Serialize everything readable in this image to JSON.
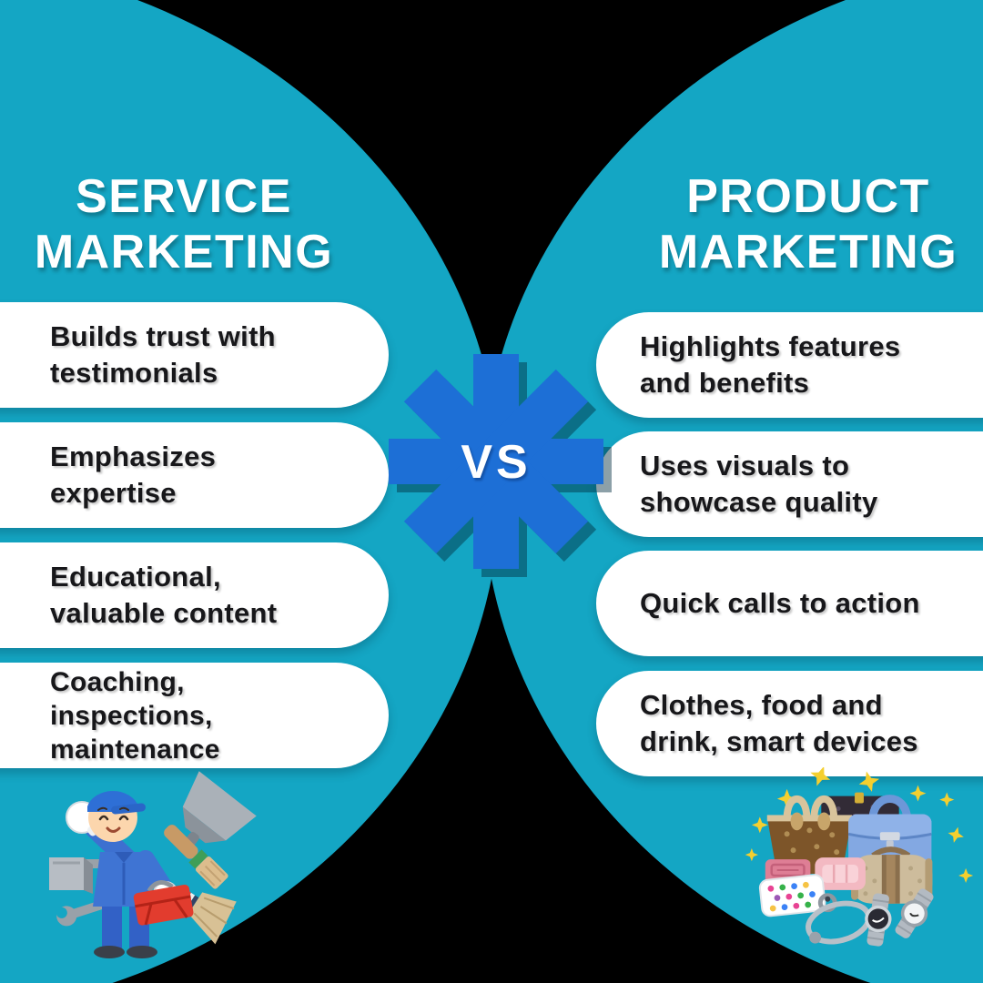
{
  "meta": {
    "type": "comparison-infographic"
  },
  "colors": {
    "background": "#000000",
    "panel_teal": "#14A6C4",
    "accent_blue": "#1D6FD6",
    "asterisk_shadow": "rgba(0,45,62,0.45)",
    "pill_white": "#FFFFFF",
    "text_dark": "#17171A",
    "text_light": "#FFFFFF",
    "sparkle_yellow": "#F4CF2F"
  },
  "left": {
    "title_lines": [
      "SERVICE",
      "MARKETING"
    ],
    "items": [
      {
        "lines": [
          "Builds trust with",
          "testimonials"
        ]
      },
      {
        "lines": [
          "Emphasizes",
          "expertise"
        ]
      },
      {
        "lines": [
          "Educational,",
          "valuable content"
        ]
      },
      {
        "lines": [
          "Coaching,",
          "inspections,",
          "maintenance"
        ]
      }
    ],
    "illustration": "handyman-with-tools"
  },
  "right": {
    "title_lines": [
      "PRODUCT",
      "MARKETING"
    ],
    "items": [
      {
        "lines": [
          "Highlights features",
          "and benefits"
        ]
      },
      {
        "lines": [
          "Uses visuals to",
          "showcase quality"
        ]
      },
      {
        "lines": [
          "Quick calls to action"
        ]
      },
      {
        "lines": [
          "Clothes, food and",
          "drink, smart devices"
        ]
      }
    ],
    "illustration": "luxury-goods"
  },
  "center": {
    "vs_label": "VS"
  }
}
